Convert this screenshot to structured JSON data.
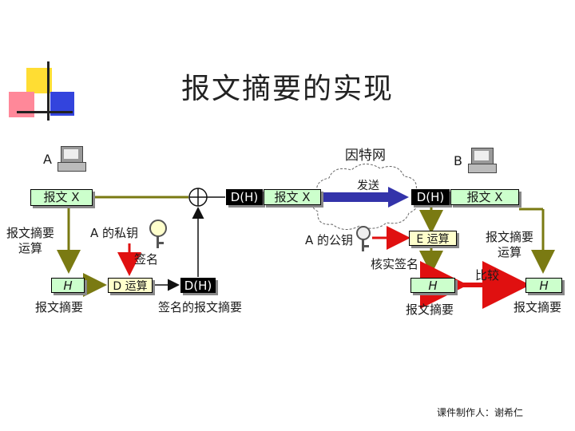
{
  "title": "报文摘要的实现",
  "internet": {
    "label": "因特网",
    "send_label": "发送"
  },
  "nodes": {
    "a_label": "A",
    "b_label": "B"
  },
  "left": {
    "message_x": "报文 X",
    "digest_op": "报文摘要\n运算",
    "h": "H",
    "digest": "报文摘要",
    "private_key": "A 的私钥",
    "sign": "签名",
    "d_op": "D 运算",
    "dh": "D(H)",
    "signed_digest": "签名的报文摘要"
  },
  "sent": {
    "dh": "D(H)",
    "message_x": "报文 X"
  },
  "right": {
    "dh": "D(H)",
    "message_x": "报文 X",
    "public_key": "A 的公钥",
    "e_op": "E 运算",
    "verify": "核实签名",
    "h_left": "H",
    "digest_left": "报文摘要",
    "compare": "比较",
    "digest_op": "报文摘要\n运算",
    "h_right": "H",
    "digest_right": "报文摘要"
  },
  "credit": "课件制作人：谢希仁"
}
